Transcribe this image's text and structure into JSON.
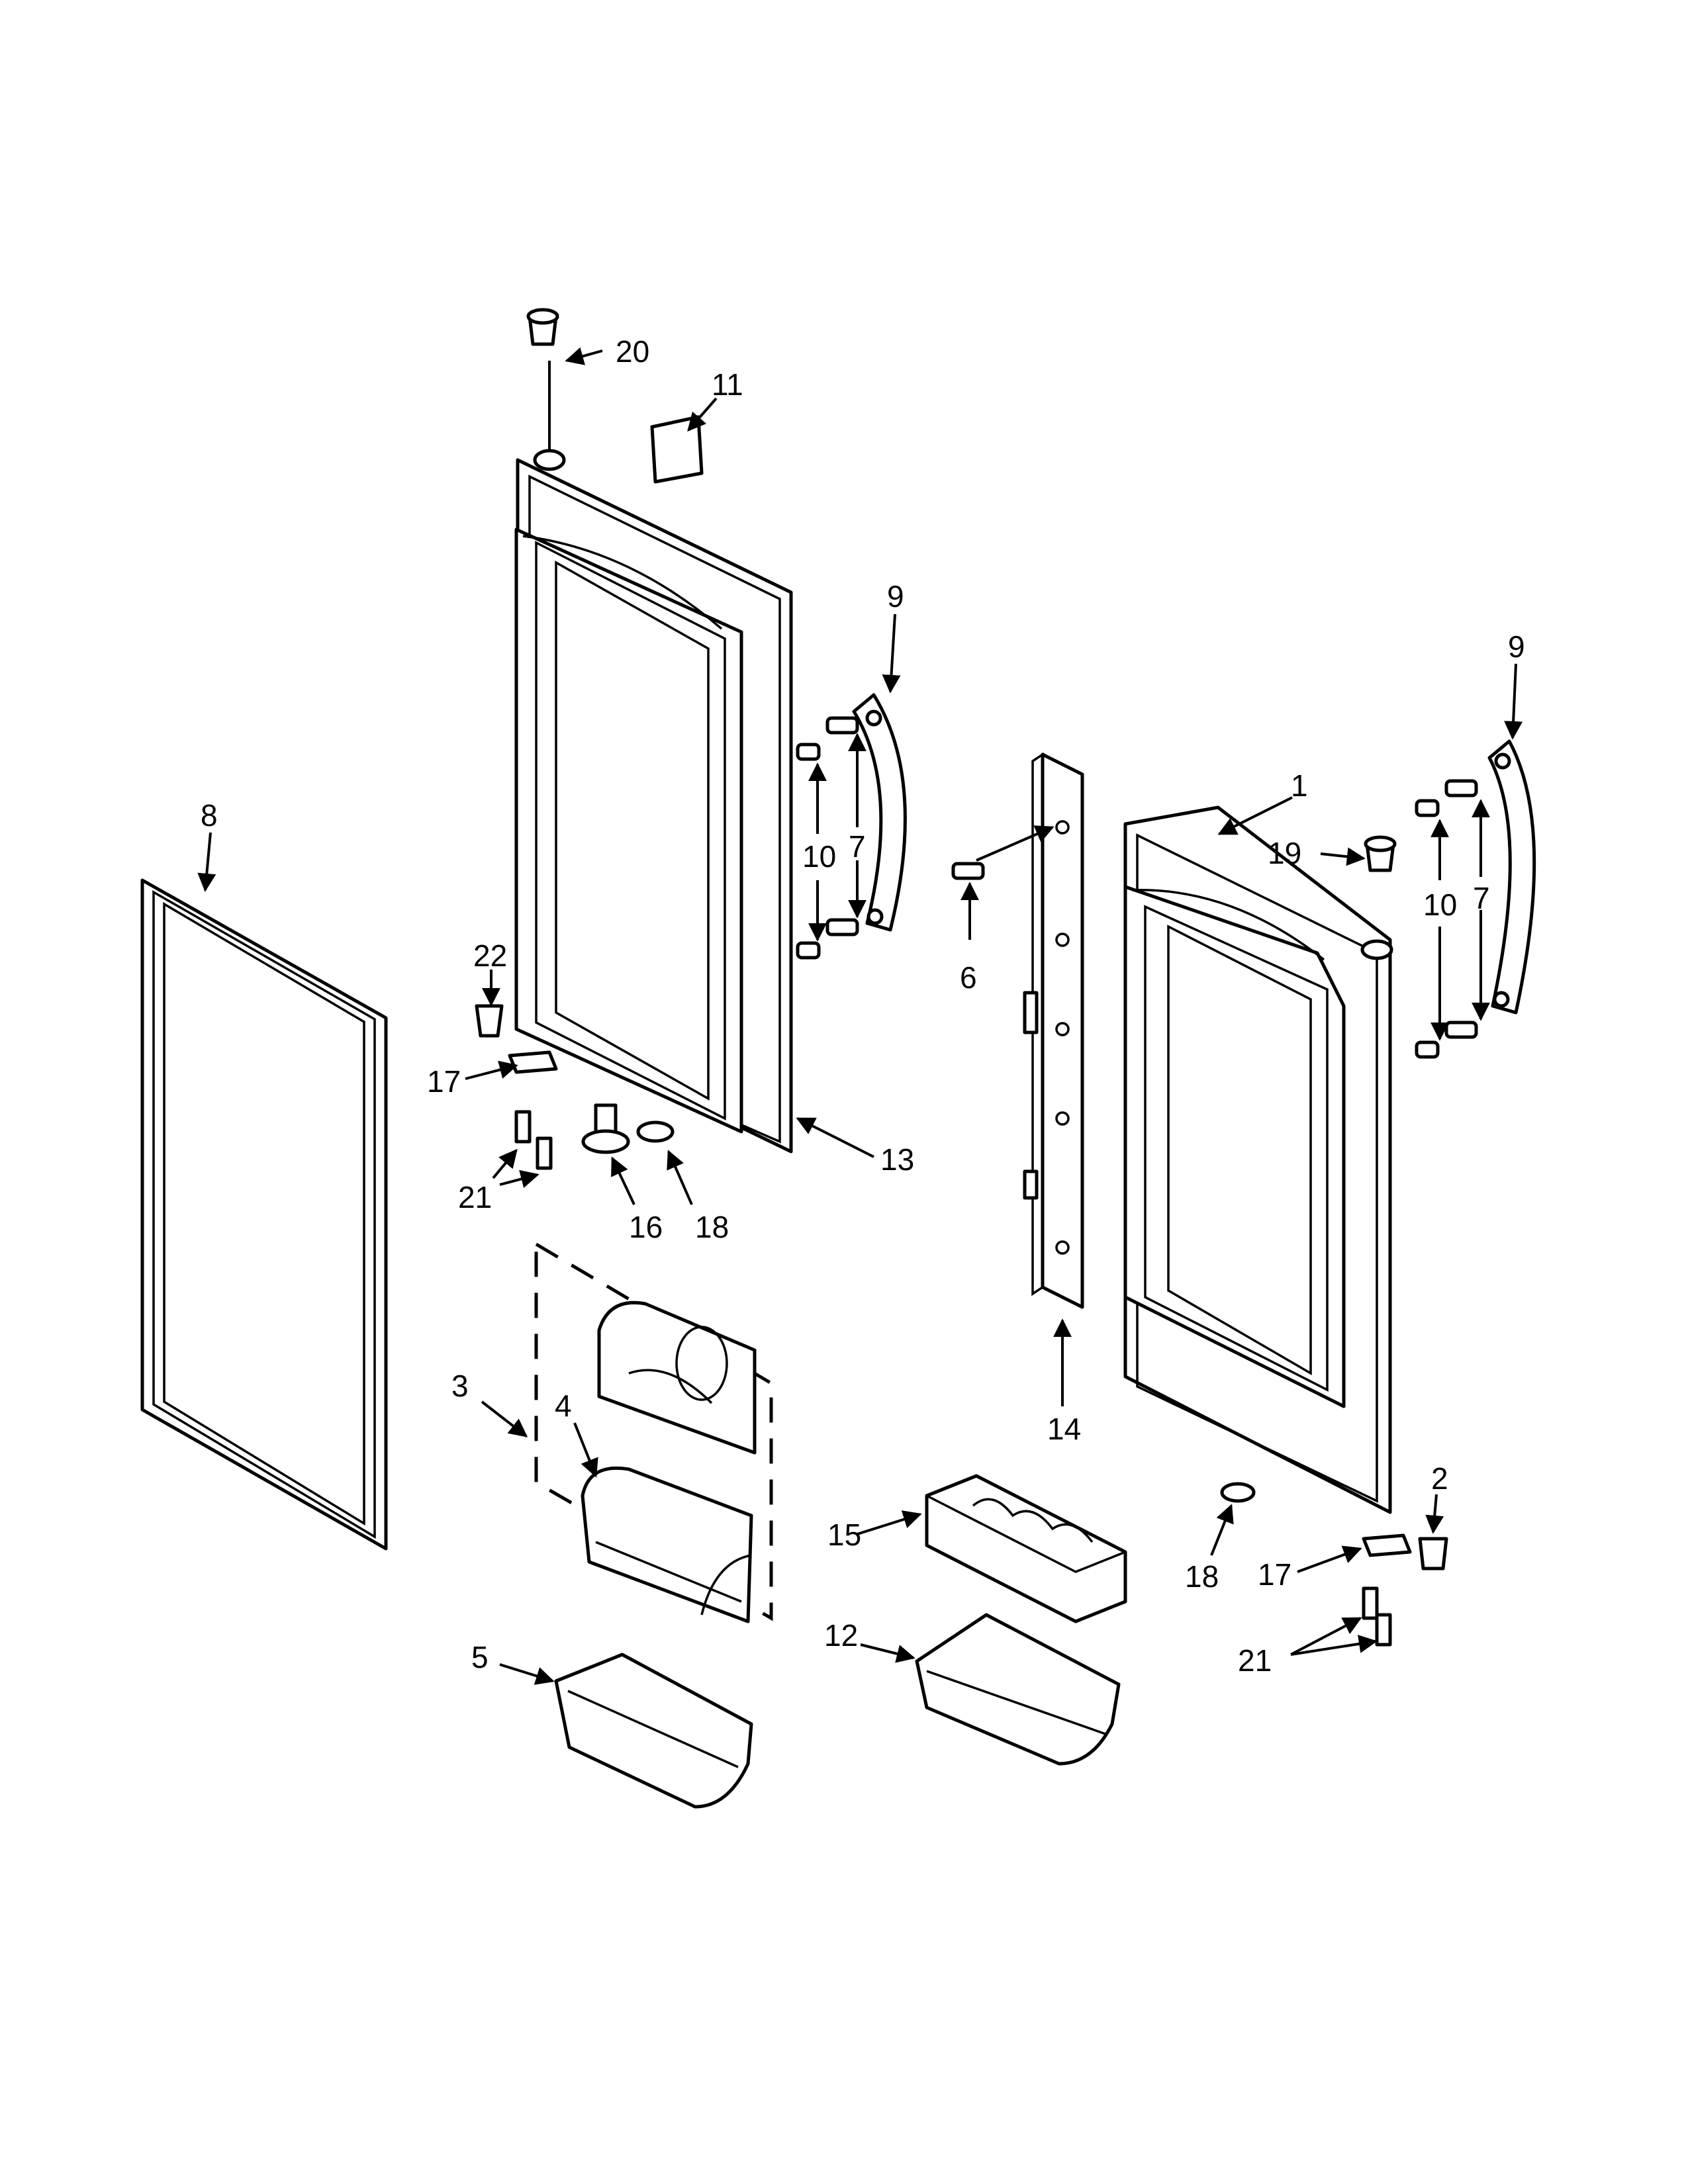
{
  "diagram": {
    "colors": {
      "line": "#000000",
      "background": "#ffffff"
    },
    "callouts": {
      "c1": "1",
      "c2": "2",
      "c3": "3",
      "c4": "4",
      "c5": "5",
      "c6": "6",
      "c7a": "7",
      "c7b": "7",
      "c8": "8",
      "c9a": "9",
      "c9b": "9",
      "c10a": "10",
      "c10b": "10",
      "c11": "11",
      "c12": "12",
      "c13": "13",
      "c14": "14",
      "c15": "15",
      "c16": "16",
      "c17a": "17",
      "c17b": "17",
      "c18a": "18",
      "c18b": "18",
      "c19": "19",
      "c20": "20",
      "c21a": "21",
      "c21b": "21",
      "c22": "22"
    }
  }
}
